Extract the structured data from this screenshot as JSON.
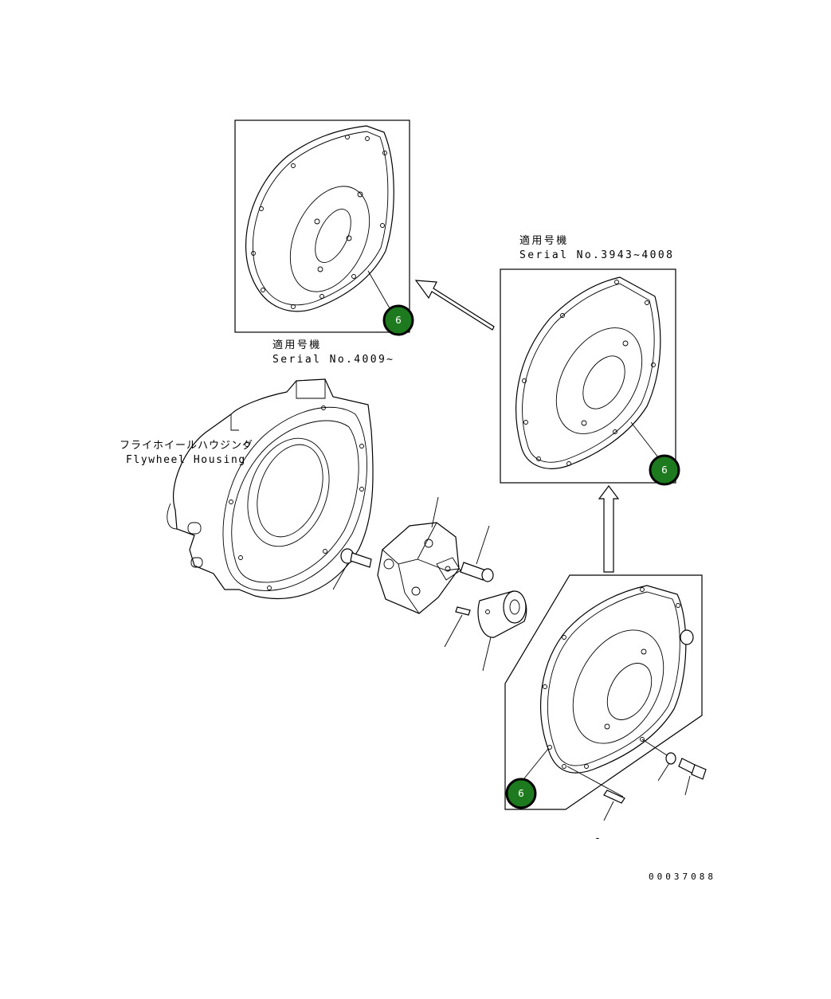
{
  "labels": {
    "top_jp": "適用号機",
    "top_serial": "Serial No.4009~",
    "right_jp": "適用号機",
    "right_serial": "Serial No.3943~4008",
    "housing_jp": "フライホイールハウジング",
    "housing_en": "Flywheel Housing",
    "dash_mark": "-"
  },
  "callouts": [
    {
      "id": "top",
      "number": "6"
    },
    {
      "id": "right",
      "number": "6"
    },
    {
      "id": "bottom",
      "number": "6"
    }
  ],
  "drawing_id": "00037088",
  "colors": {
    "callout_fill": "#1e7a1e",
    "callout_ring": "#000000",
    "line": "#000000"
  }
}
